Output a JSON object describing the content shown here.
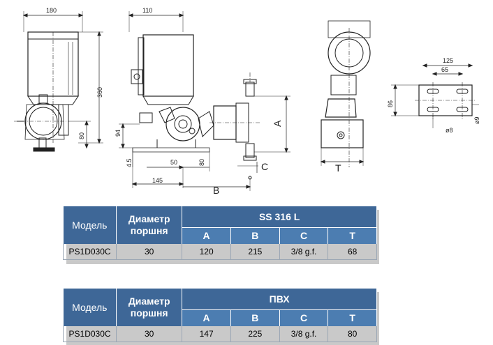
{
  "drawing": {
    "dims": {
      "d180": "180",
      "d110": "110",
      "d360": "360",
      "d80a": "80",
      "d94": "94",
      "d45": "4.5",
      "d50": "50",
      "d80b": "80",
      "d145": "145",
      "dB": "B",
      "dA": "A",
      "dC": "C",
      "dT": "T",
      "d125": "125",
      "d65": "65",
      "d86": "86",
      "d8": "ø8",
      "d9": "ø9"
    }
  },
  "tables": [
    {
      "model_header": "Модель",
      "diameter_header": "Диаметр поршня",
      "material_header": "SS 316 L",
      "letters": [
        "A",
        "B",
        "C",
        "T"
      ],
      "row": {
        "model": "PS1D030C",
        "diameter": "30",
        "values": [
          "120",
          "215",
          "3/8 g.f.",
          "68"
        ]
      }
    },
    {
      "model_header": "Модель",
      "diameter_header": "Диаметр поршня",
      "material_header": "ПВХ",
      "letters": [
        "A",
        "B",
        "C",
        "T"
      ],
      "row": {
        "model": "PS1D030C",
        "diameter": "30",
        "values": [
          "147",
          "225",
          "3/8 g.f.",
          "80"
        ]
      }
    }
  ]
}
